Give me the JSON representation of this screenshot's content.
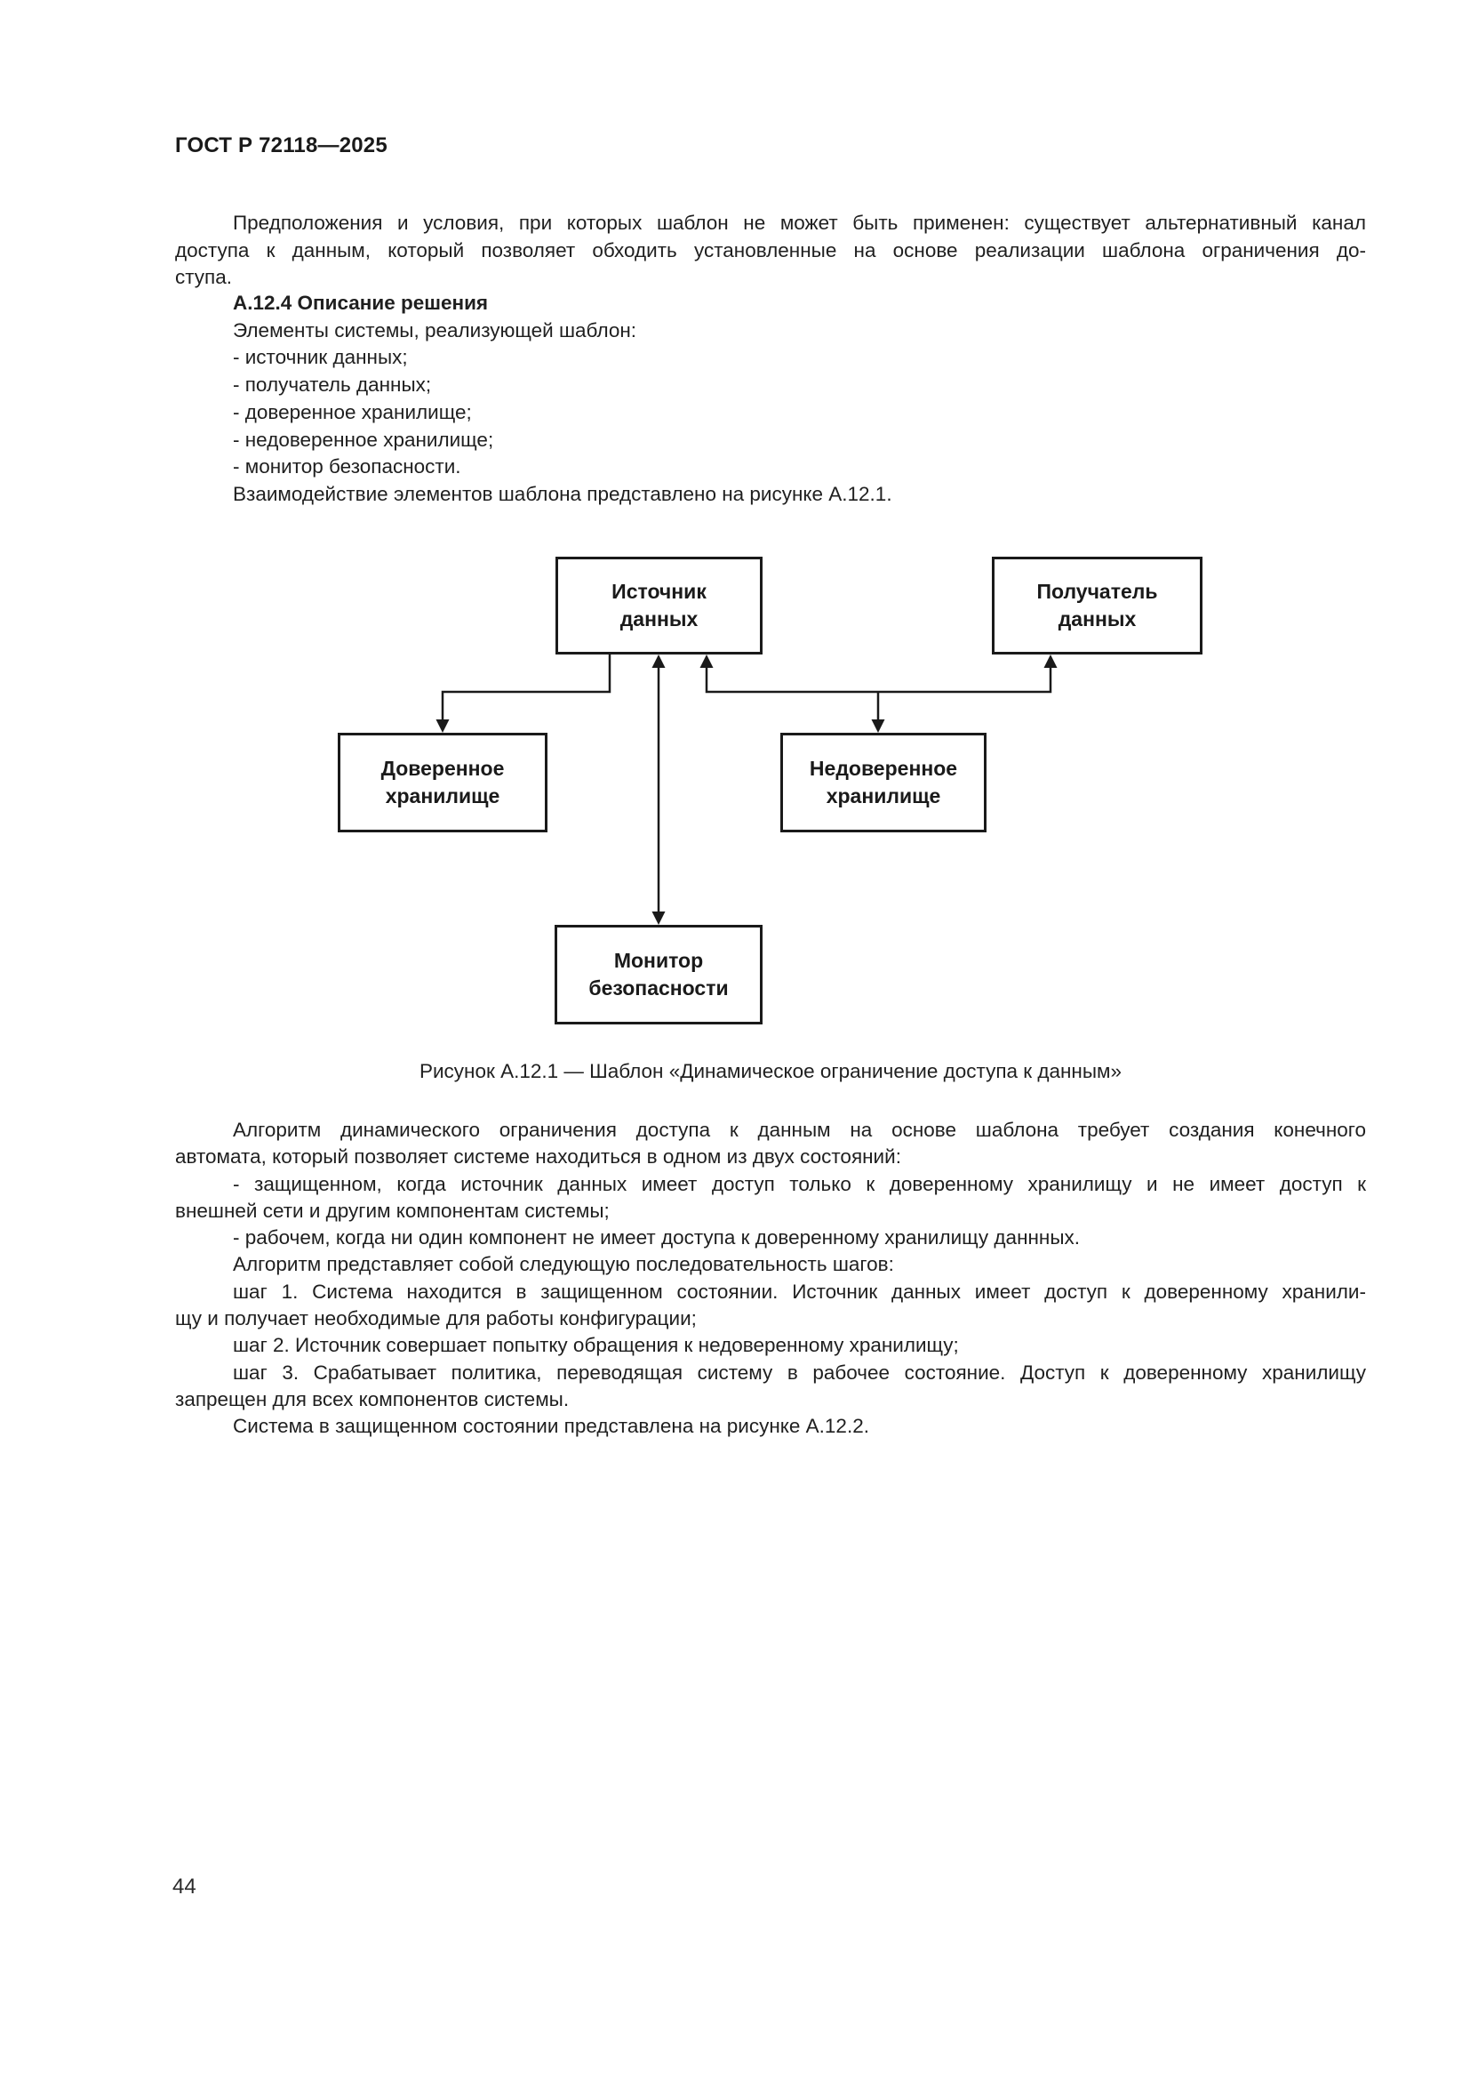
{
  "header": {
    "title": "ГОСТ Р 72118—2025"
  },
  "intro": {
    "lines": [
      "Предположения и условия, при которых шаблон не может быть применен: существует альтернативный канал",
      "доступа к данным, который позволяет обходить установленные на основе реализации шаблона ограничения до-",
      "ступа."
    ]
  },
  "section": {
    "heading": "А.12.4 Описание решения",
    "lines": [
      "Элементы системы, реализующей шаблон:",
      "- источник данных;",
      "- получатель данных;",
      "- доверенное хранилище;",
      "- недоверенное хранилище;",
      "- монитор безопасности.",
      "Взаимодействие элементов шаблона представлено на рисунке А.12.1."
    ]
  },
  "diagram": {
    "boxes": {
      "data_source": "Источник данных",
      "data_receiver": "Получатель данных",
      "trusted_storage": "Доверенное хранилище",
      "untrusted_storage": "Недоверенное хранилище",
      "security_monitor": "Монитор безопасности"
    },
    "caption": "Рисунок А.12.1 — Шаблон «Динамическое ограничение доступа к данным»"
  },
  "body": {
    "lines": [
      "Алгоритм динамического ограничения доступа к данным на основе шаблона требует создания конечного",
      "автомата, который позволяет системе находиться в одном из двух состояний:",
      "- защищенном, когда источник данных имеет доступ только к доверенному хранилищу и не имеет доступ к",
      "внешней сети и другим компонентам системы;",
      "- рабочем, когда ни один компонент не имеет доступа к доверенному хранилищу даннных.",
      "Алгоритм представляет собой следующую последовательность шагов:",
      "шаг 1. Система находится в защищенном состоянии. Источник данных имеет доступ к доверенному хранили-",
      "щу и получает необходимые для работы конфигурации;",
      "шаг 2. Источник совершает попытку обращения к недоверенному хранилищу;",
      "шаг 3. Срабатывает политика, переводящая систему в рабочее состояние. Доступ к доверенному хранилищу",
      "запрещен для всех компонентов системы.",
      "Система в защищенном состоянии представлена на рисунке А.12.2."
    ]
  },
  "footer": {
    "page_number": "44"
  }
}
